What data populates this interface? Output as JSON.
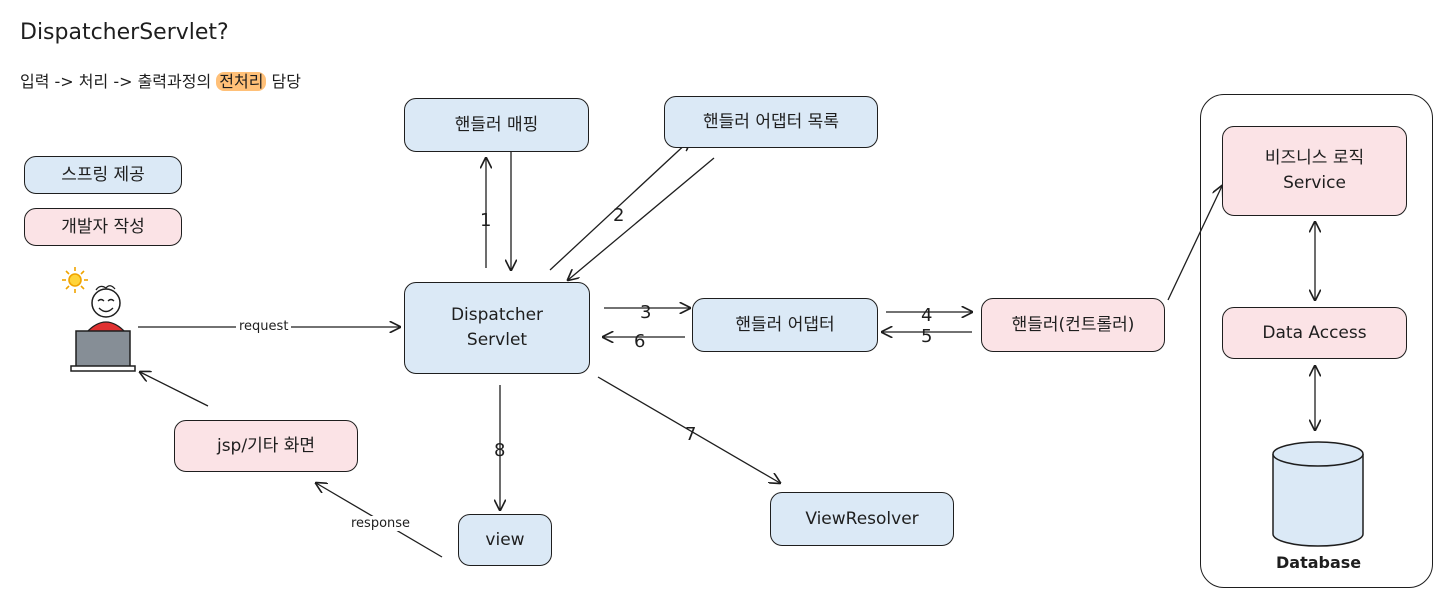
{
  "title": "DispatcherServlet?",
  "subtitle": {
    "before": "입력 -> 처리 -> 출력과정의 ",
    "highlight": "전처리",
    "after": " 담당"
  },
  "legend": {
    "spring": "스프링 제공",
    "dev": "개발자 작성"
  },
  "nodes": {
    "handler_mapping": "핸들러 매핑",
    "handler_adapter_list": "핸들러 어댑터 목록",
    "dispatcher_line1": "Dispatcher",
    "dispatcher_line2": "Servlet",
    "handler_adapter": "핸들러 어댑터",
    "handler_controller": "핸들러(컨트롤러)",
    "view_resolver": "ViewResolver",
    "view": "view",
    "jsp_screen": "jsp/기타 화면",
    "business_line1": "비즈니스 로직",
    "business_line2": "Service",
    "data_access": "Data Access",
    "database": "Database"
  },
  "steps": {
    "s1": "1",
    "s2": "2",
    "s3": "3",
    "s4": "4",
    "s5": "5",
    "s6": "6",
    "s7": "7",
    "s8": "8"
  },
  "edges": {
    "request": "request",
    "response": "response"
  },
  "colors": {
    "spring_fill": "#dbe9f6",
    "dev_fill": "#fbe3e6",
    "highlight": "#ffc078",
    "stroke": "#1e1e1e"
  }
}
